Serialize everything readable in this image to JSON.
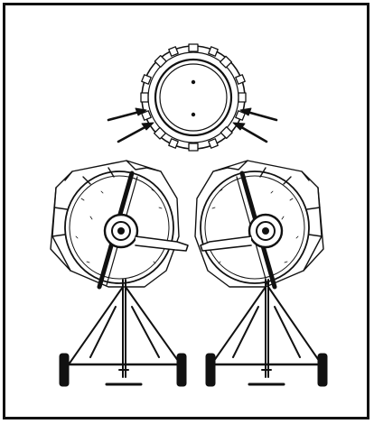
{
  "figure": {
    "ink_color": "#111111",
    "background": "#ffffff",
    "components": [
      "ring-gear-detail",
      "mixer-left",
      "mixer-right"
    ],
    "arrows": 4
  }
}
